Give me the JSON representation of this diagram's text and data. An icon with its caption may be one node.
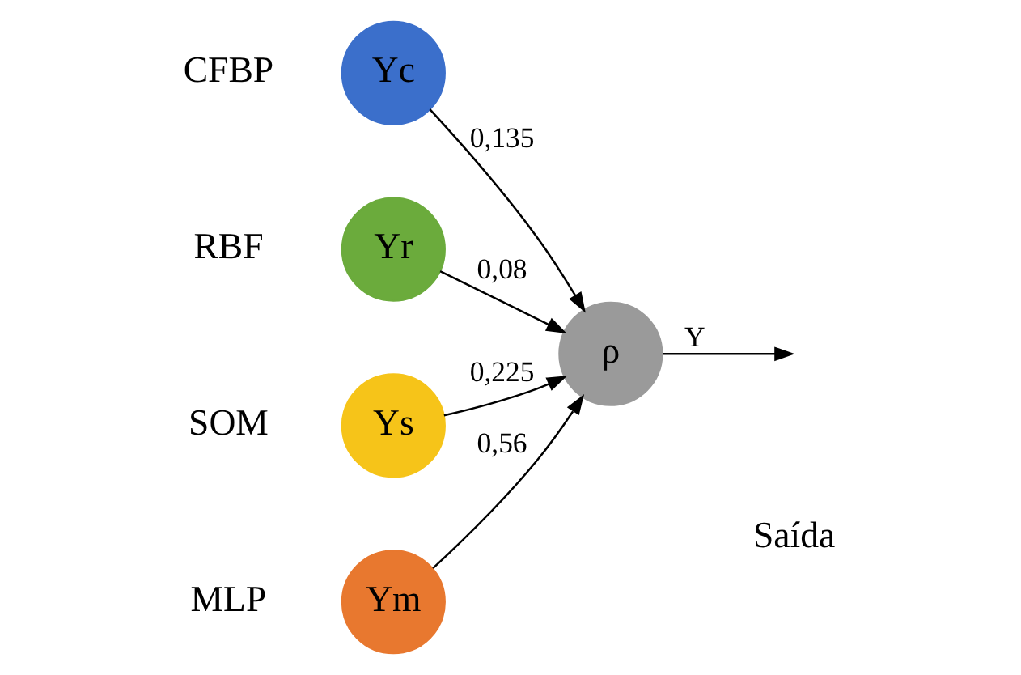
{
  "diagram": {
    "nodes": [
      {
        "text": [
          "Ym"
        ],
        "beside": [
          "MLP"
        ]
      },
      {
        "text": [
          "Yc"
        ],
        "beside": [
          "CFBP"
        ]
      },
      {
        "text": [
          "Yr"
        ],
        "beside": [
          "RBF"
        ]
      },
      {
        "text": [
          "Ys"
        ],
        "beside": [
          "SOM"
        ]
      },
      {
        "text": [
          "ρ"
        ]
      }
    ],
    "edges": [
      {
        "from": 0,
        "to": 4,
        "arrow": "to",
        "label": "0,56"
      },
      {
        "from": 1,
        "to": 4,
        "arrow": "to",
        "label": "0,135"
      },
      {
        "from": 2,
        "to": 4,
        "arrow": "to",
        "label": "0,08"
      },
      {
        "from": 3,
        "to": 4,
        "arrow": "to",
        "label": "0,225"
      },
      {
        "from": 4,
        "to": null,
        "arrow": "to",
        "label": "Y"
      }
    ],
    "labels": [
      "Saída"
    ]
  }
}
